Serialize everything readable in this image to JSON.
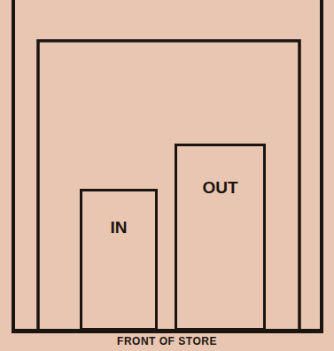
{
  "diagram": {
    "caption": "FRONT OF STORE",
    "nodes": [
      {
        "text": [
          "IN"
        ]
      },
      {
        "text": [
          "OUT"
        ]
      }
    ]
  }
}
